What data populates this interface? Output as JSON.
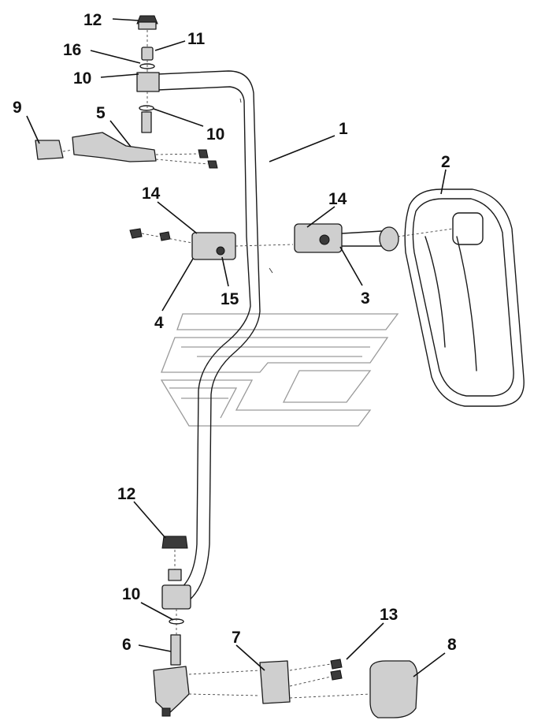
{
  "callouts": [
    {
      "id": "c12a",
      "text": "12"
    },
    {
      "id": "c11",
      "text": "11"
    },
    {
      "id": "c16",
      "text": "16"
    },
    {
      "id": "c10a",
      "text": "10"
    },
    {
      "id": "c9",
      "text": "9"
    },
    {
      "id": "c5",
      "text": "5"
    },
    {
      "id": "c10b",
      "text": "10"
    },
    {
      "id": "c1",
      "text": "1"
    },
    {
      "id": "c2",
      "text": "2"
    },
    {
      "id": "c14a",
      "text": "14"
    },
    {
      "id": "c14b",
      "text": "14"
    },
    {
      "id": "c3",
      "text": "3"
    },
    {
      "id": "c15",
      "text": "15"
    },
    {
      "id": "c4",
      "text": "4"
    },
    {
      "id": "c12b",
      "text": "12"
    },
    {
      "id": "c10c",
      "text": "10"
    },
    {
      "id": "c13",
      "text": "13"
    },
    {
      "id": "c6",
      "text": "6"
    },
    {
      "id": "c7",
      "text": "7"
    },
    {
      "id": "c8",
      "text": "8"
    }
  ]
}
